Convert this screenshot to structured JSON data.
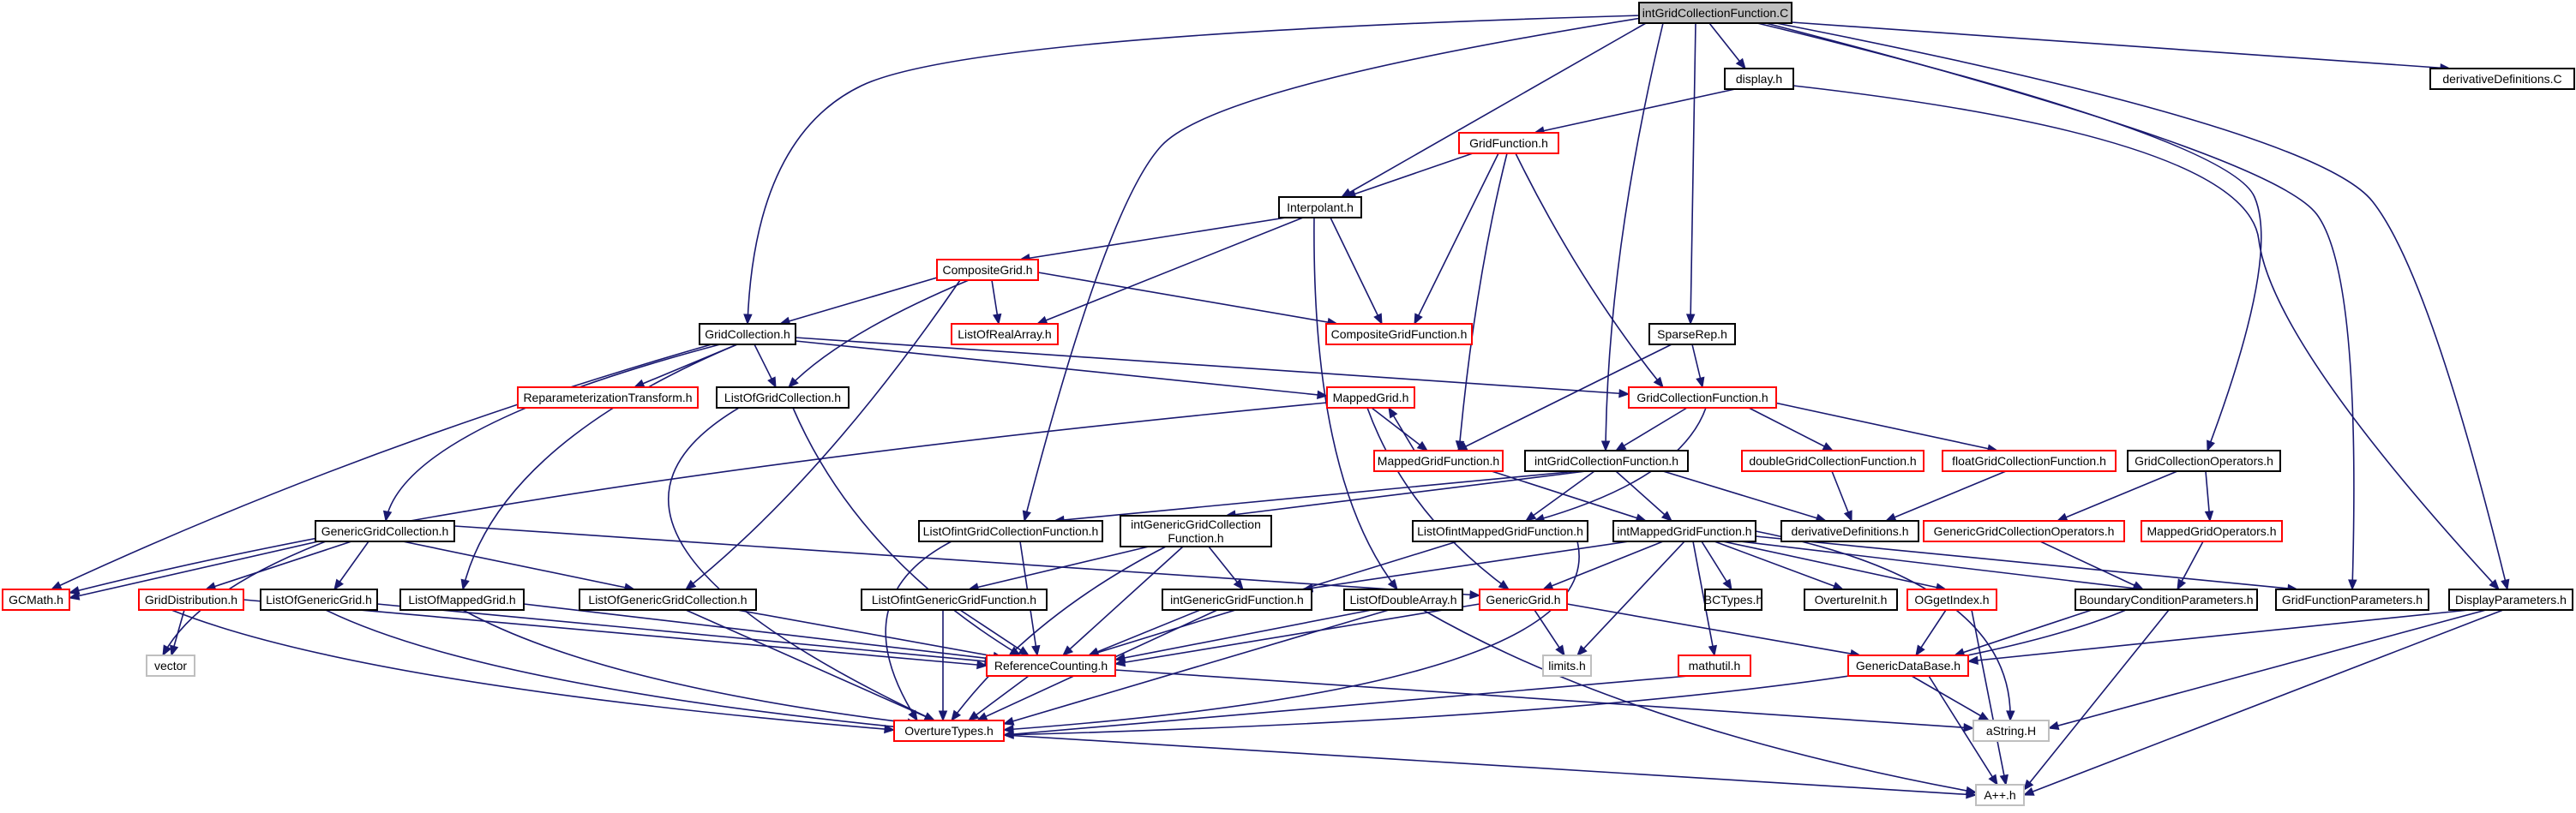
{
  "colors": {
    "edge": "#191970",
    "root_fill": "#bfbfbf",
    "root_stroke": "#000000",
    "normal_stroke": "#000000",
    "undocumented_stroke": "#ff0000",
    "external_stroke": "#bfbfbf",
    "background": "#ffffff"
  },
  "nodes": [
    {
      "id": "root",
      "label": "intGridCollectionFunction.C",
      "kind": "root"
    },
    {
      "id": "display",
      "label": "display.h",
      "kind": "normal"
    },
    {
      "id": "derivC",
      "label": "derivativeDefinitions.C",
      "kind": "normal"
    },
    {
      "id": "gridfunc",
      "label": "GridFunction.h",
      "kind": "red"
    },
    {
      "id": "interp",
      "label": "Interpolant.h",
      "kind": "normal"
    },
    {
      "id": "compgrid",
      "label": "CompositeGrid.h",
      "kind": "red"
    },
    {
      "id": "lorealarr",
      "label": "ListOfRealArray.h",
      "kind": "red"
    },
    {
      "id": "compgridfunc",
      "label": "CompositeGridFunction.h",
      "kind": "red"
    },
    {
      "id": "gridcoll",
      "label": "GridCollection.h",
      "kind": "normal"
    },
    {
      "id": "sparserep",
      "label": "SparseRep.h",
      "kind": "normal"
    },
    {
      "id": "reparam",
      "label": "ReparameterizationTransform.h",
      "kind": "red"
    },
    {
      "id": "logridcoll",
      "label": "ListOfGridCollection.h",
      "kind": "normal"
    },
    {
      "id": "mappedgrid",
      "label": "MappedGrid.h",
      "kind": "red"
    },
    {
      "id": "gcf",
      "label": "GridCollectionFunction.h",
      "kind": "red"
    },
    {
      "id": "mgf",
      "label": "MappedGridFunction.h",
      "kind": "red"
    },
    {
      "id": "igcf",
      "label": "intGridCollectionFunction.h",
      "kind": "normal"
    },
    {
      "id": "dgcf",
      "label": "doubleGridCollectionFunction.h",
      "kind": "red"
    },
    {
      "id": "fgcf",
      "label": "floatGridCollectionFunction.h",
      "kind": "red"
    },
    {
      "id": "gcops",
      "label": "GridCollectionOperators.h",
      "kind": "normal"
    },
    {
      "id": "ggcops",
      "label": "GenericGridCollectionOperators.h",
      "kind": "red"
    },
    {
      "id": "mgops",
      "label": "MappedGridOperators.h",
      "kind": "red"
    },
    {
      "id": "ggc",
      "label": "GenericGridCollection.h",
      "kind": "normal"
    },
    {
      "id": "loigcf",
      "label": "ListOfintGridCollectionFunction.h",
      "kind": "normal"
    },
    {
      "id": "iggcf",
      "label": "intGenericGridCollection\nFunction.h",
      "kind": "normal"
    },
    {
      "id": "loimgf",
      "label": "ListOfintMappedGridFunction.h",
      "kind": "normal"
    },
    {
      "id": "imgf",
      "label": "intMappedGridFunction.h",
      "kind": "normal"
    },
    {
      "id": "derivh",
      "label": "derivativeDefinitions.h",
      "kind": "normal"
    },
    {
      "id": "gcmath",
      "label": "GCMath.h",
      "kind": "red"
    },
    {
      "id": "griddist",
      "label": "GridDistribution.h",
      "kind": "red"
    },
    {
      "id": "logg",
      "label": "ListOfGenericGrid.h",
      "kind": "normal"
    },
    {
      "id": "lomg",
      "label": "ListOfMappedGrid.h",
      "kind": "normal"
    },
    {
      "id": "loggc",
      "label": "ListOfGenericGridCollection.h",
      "kind": "normal"
    },
    {
      "id": "loiggf",
      "label": "ListOfintGenericGridFunction.h",
      "kind": "normal"
    },
    {
      "id": "iggf",
      "label": "intGenericGridFunction.h",
      "kind": "normal"
    },
    {
      "id": "lodarr",
      "label": "ListOfDoubleArray.h",
      "kind": "normal"
    },
    {
      "id": "gengrid",
      "label": "GenericGrid.h",
      "kind": "red"
    },
    {
      "id": "bctypes",
      "label": "BCTypes.h",
      "kind": "normal"
    },
    {
      "id": "ovinit",
      "label": "OvertureInit.h",
      "kind": "normal"
    },
    {
      "id": "ogget",
      "label": "OGgetIndex.h",
      "kind": "red"
    },
    {
      "id": "bcparams",
      "label": "BoundaryConditionParameters.h",
      "kind": "normal"
    },
    {
      "id": "gfparams",
      "label": "GridFunctionParameters.h",
      "kind": "normal"
    },
    {
      "id": "dispparams",
      "label": "DisplayParameters.h",
      "kind": "normal"
    },
    {
      "id": "vector",
      "label": "vector",
      "kind": "external"
    },
    {
      "id": "refcount",
      "label": "ReferenceCounting.h",
      "kind": "red"
    },
    {
      "id": "limits",
      "label": "limits.h",
      "kind": "external"
    },
    {
      "id": "mathutil",
      "label": "mathutil.h",
      "kind": "red"
    },
    {
      "id": "gdb",
      "label": "GenericDataBase.h",
      "kind": "red"
    },
    {
      "id": "ovtypes",
      "label": "OvertureTypes.h",
      "kind": "red"
    },
    {
      "id": "astring",
      "label": "aString.H",
      "kind": "external"
    },
    {
      "id": "app",
      "label": "A++.h",
      "kind": "external"
    }
  ]
}
